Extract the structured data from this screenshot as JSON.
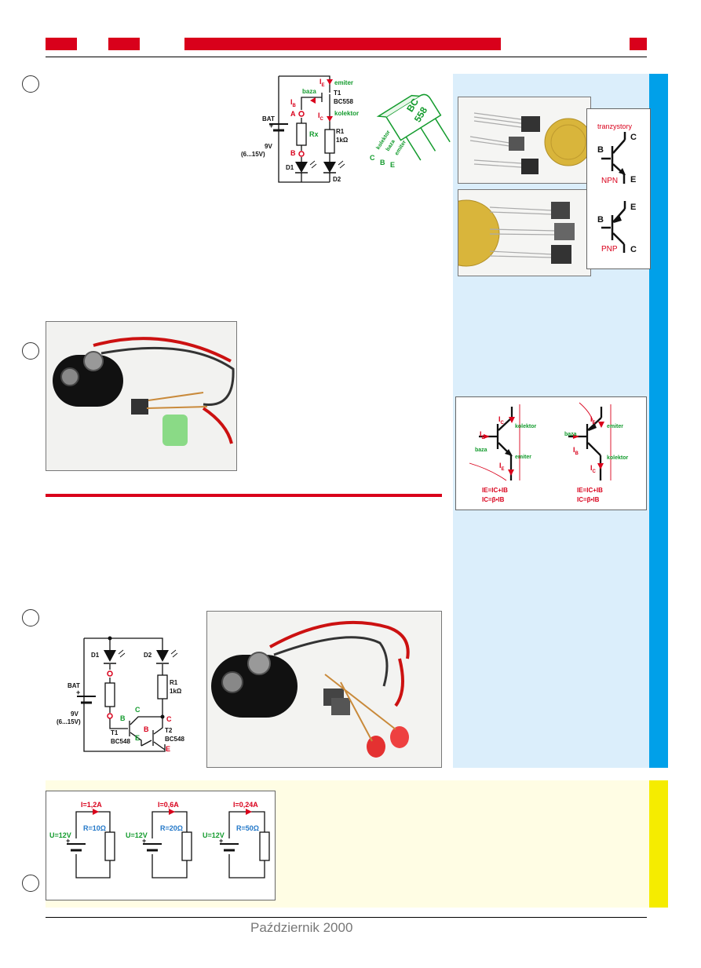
{
  "footer": {
    "date": "Październik 2000"
  },
  "colors": {
    "accent_red": "#d9001b",
    "sidebar_blue": "#00a0e9",
    "sidebar_panel": "#dbeefb",
    "yellow_bar": "#f5ec00",
    "yellow_panel": "#fffde4",
    "label_green": "#139b2d",
    "label_blue": "#2277c8"
  },
  "fig1": {
    "ie": "I",
    "ie_sub": "E",
    "emiter": "emiter",
    "baza": "baza",
    "t1": "T1",
    "bc558": "BC558",
    "ib": "I",
    "ib_sub": "B",
    "a": "A",
    "ic": "I",
    "ic_sub": "C",
    "kolektor": "kolektor",
    "bat": "BAT",
    "rx": "Rx",
    "r1": "R1",
    "r1_val": "1kΩ",
    "b": "B",
    "v9": "9V",
    "vrange": "(6...15V)",
    "d1": "D1",
    "d2": "D2"
  },
  "pkg": {
    "bc": "BC",
    "num": "558",
    "kolektor": "kolektor",
    "baza": "baza",
    "emiter": "emiter",
    "c": "C",
    "b": "B",
    "e": "E"
  },
  "symbols": {
    "title": "tranzystory",
    "npn": "NPN",
    "pnp": "PNP",
    "b": "B",
    "c": "C",
    "e": "E"
  },
  "currents": {
    "ic": "I",
    "ic_sub": "C",
    "kolektor": "kolektor",
    "ib": "I",
    "ib_sub": "B",
    "baza": "baza",
    "emiter": "emiter",
    "ie": "I",
    "ie_sub": "E",
    "eq1": "Iₑ=Iᴄ+Iʙ",
    "eq1_plain": "IE=IC+IB",
    "eq2_plain": "IC=β•IB"
  },
  "fig3": {
    "d1": "D1",
    "d2": "D2",
    "r1": "R1",
    "r1_val": "1kΩ",
    "bat": "BAT",
    "v9": "9V",
    "vrange": "(6...15V)",
    "c": "C",
    "b": "B",
    "e": "E",
    "t1": "T1",
    "t2": "T2",
    "bc548a": "BC548",
    "bc548b": "BC548"
  },
  "ohm": [
    {
      "i": "I=1,2A",
      "u": "U=12V",
      "r": "R=10Ω"
    },
    {
      "i": "I=0,6A",
      "u": "U=12V",
      "r": "R=20Ω"
    },
    {
      "i": "I=0,24A",
      "u": "U=12V",
      "r": "R=50Ω"
    }
  ]
}
